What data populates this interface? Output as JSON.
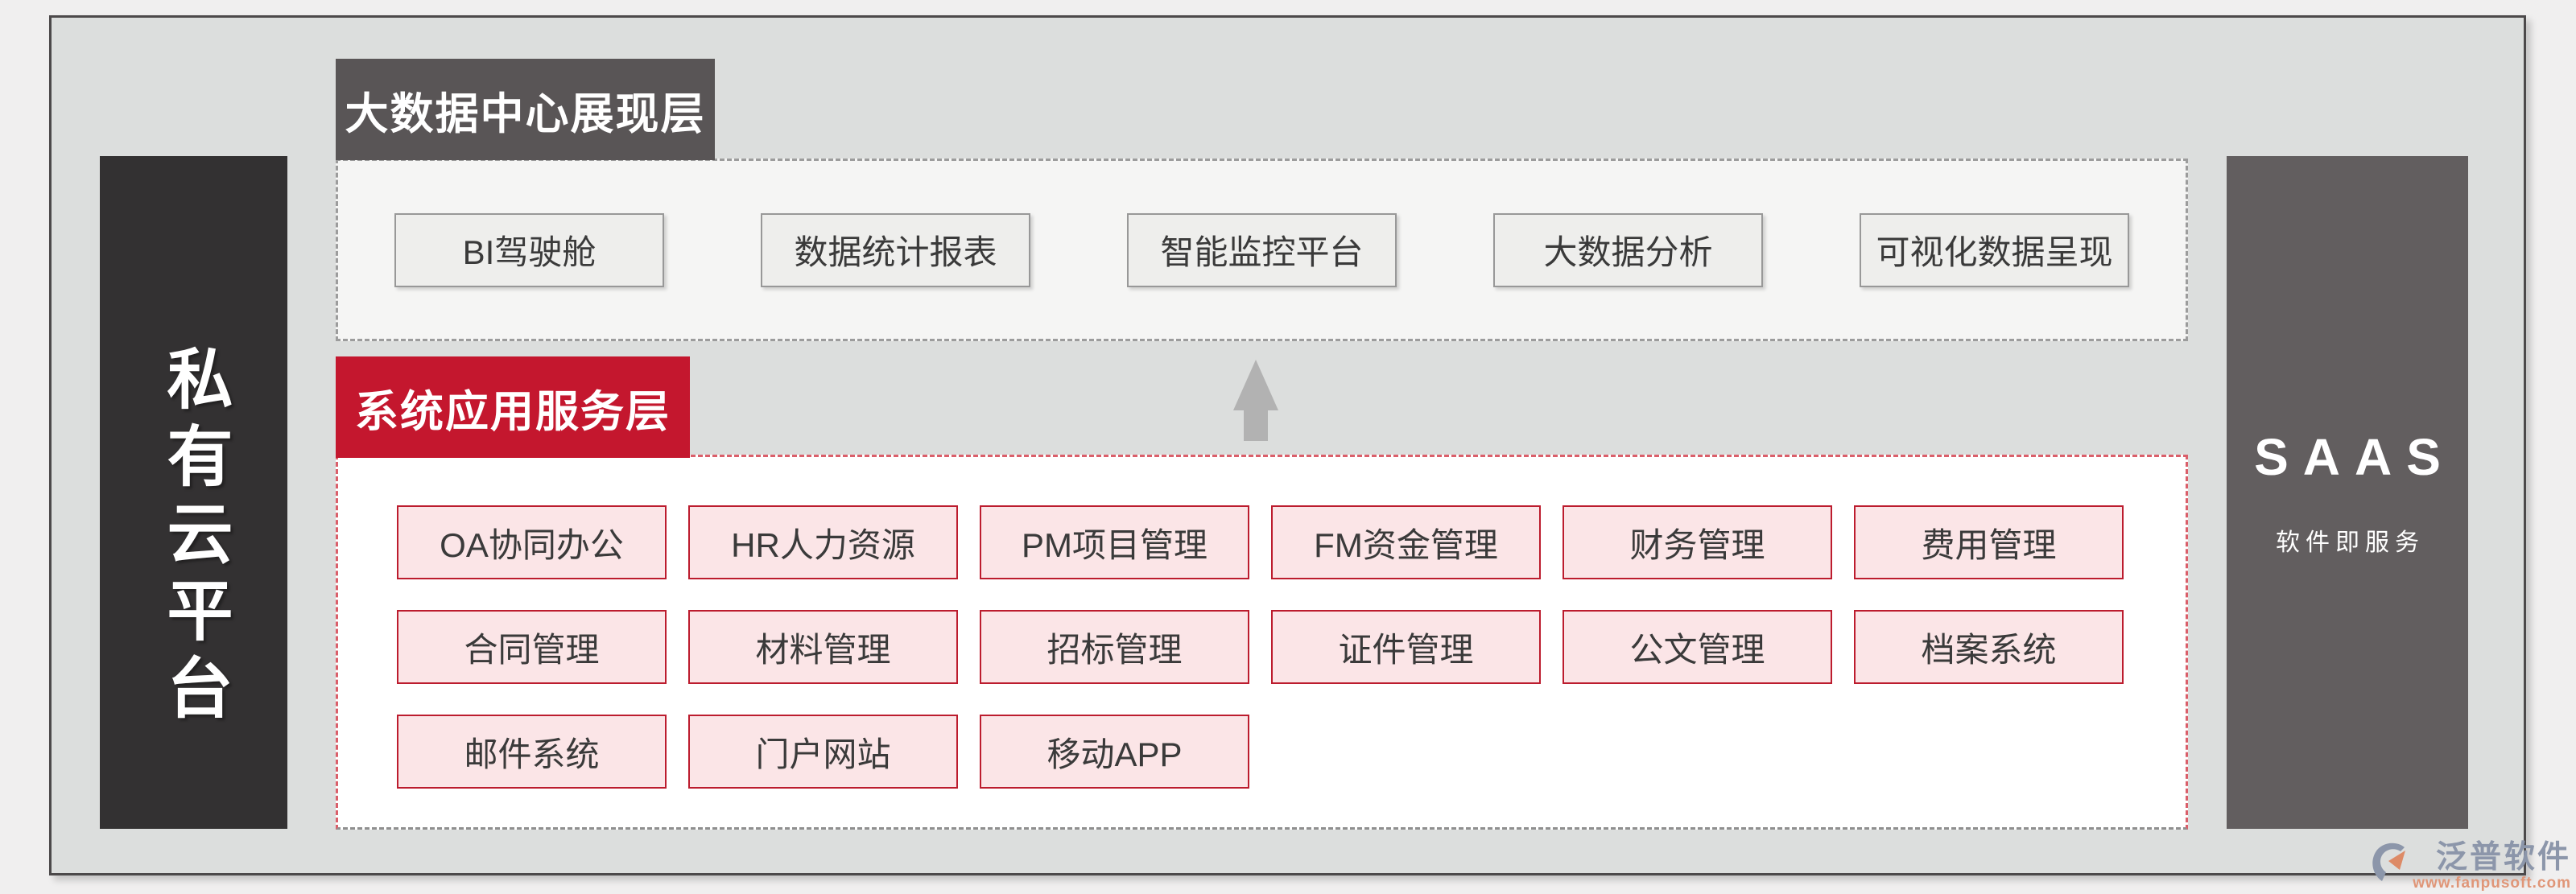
{
  "left_bar": {
    "label": "私有云平台"
  },
  "right_bar": {
    "title": "SAAS",
    "subtitle": "软件即服务"
  },
  "presentation_layer": {
    "header": "大数据中心展现层",
    "items": [
      "BI驾驶舱",
      "数据统计报表",
      "智能监控平台",
      "大数据分析",
      "可视化数据呈现"
    ]
  },
  "service_layer": {
    "header": "系统应用服务层",
    "rows": [
      [
        "OA协同办公",
        "HR人力资源",
        "PM项目管理",
        "FM资金管理",
        "财务管理",
        "费用管理"
      ],
      [
        "合同管理",
        "材料管理",
        "招标管理",
        "证件管理",
        "公文管理",
        "档案系统"
      ],
      [
        "邮件系统",
        "门户网站",
        "移动APP"
      ]
    ]
  },
  "watermark": {
    "brand": "泛普软件",
    "url": "www.fanpusoft.com"
  },
  "icons": {
    "arrow": "up-arrow-icon",
    "logo": "fanpu-logo-icon"
  },
  "colors": {
    "page_bg": "#f0efef",
    "frame_fill": "#dcdedd",
    "frame_border": "#4c494a",
    "left_bar": "#333132",
    "right_bar": "#625e5f",
    "dark_header": "#595556",
    "red_header": "#c4172e",
    "gray_box_fill": "#eeeeec",
    "gray_box_border": "#989898",
    "pink_box_fill": "#fbe5e7",
    "red_box_border": "#bc1c2e",
    "red_dash": "#da5f6a",
    "gray_dash": "#9c9c9c",
    "arrow": "#b2b2b2",
    "watermark_blue": "#8c96aa",
    "watermark_orange": "#e09678"
  }
}
